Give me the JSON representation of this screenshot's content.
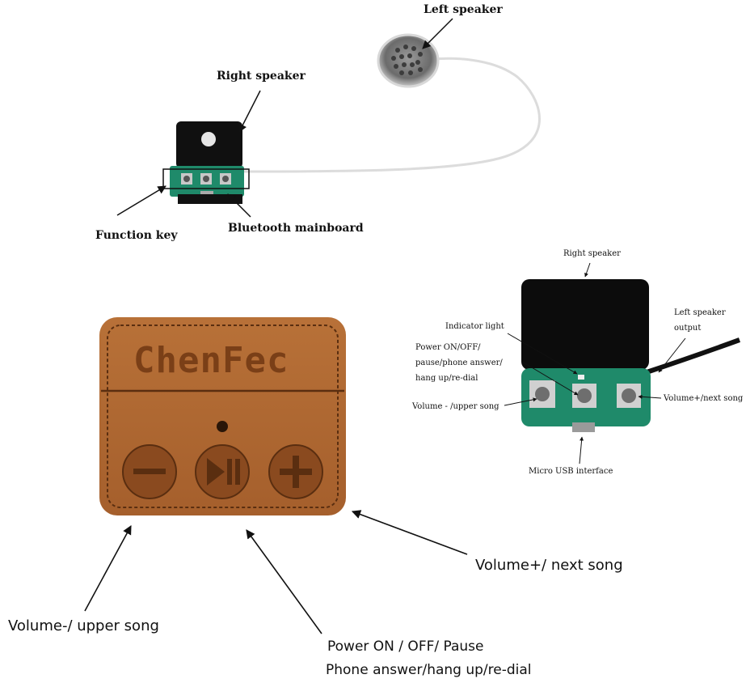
{
  "top_diagram": {
    "left_speaker": "Left speaker",
    "right_speaker": "Right speaker",
    "function_key": "Function key",
    "bluetooth_mainboard": "Bluetooth mainboard"
  },
  "board_diagram": {
    "right_speaker": "Right speaker",
    "left_speaker_output_line1": "Left speaker",
    "left_speaker_output_line2": "output",
    "indicator_light": "Indicator light",
    "power_line1": "Power ON/OFF/",
    "power_line2": "pause/phone answer/",
    "power_line3": "hang up/re-dial",
    "volume_minus": "Volume - /upper song",
    "volume_plus": "Volume+/next song",
    "micro_usb": "Micro USB interface"
  },
  "leather_patch": {
    "brand": "ChenFec"
  },
  "bottom_labels": {
    "volume_plus": "Volume+/ next song",
    "volume_minus": "Volume-/ upper song",
    "power_line1": "Power ON / OFF/ Pause",
    "power_line2": "Phone answer/hang up/re-dial"
  },
  "colors": {
    "leather": "#b06a35",
    "stitch": "#5a2e10",
    "pcb": "#1f8a6a",
    "black_case": "#101010"
  }
}
